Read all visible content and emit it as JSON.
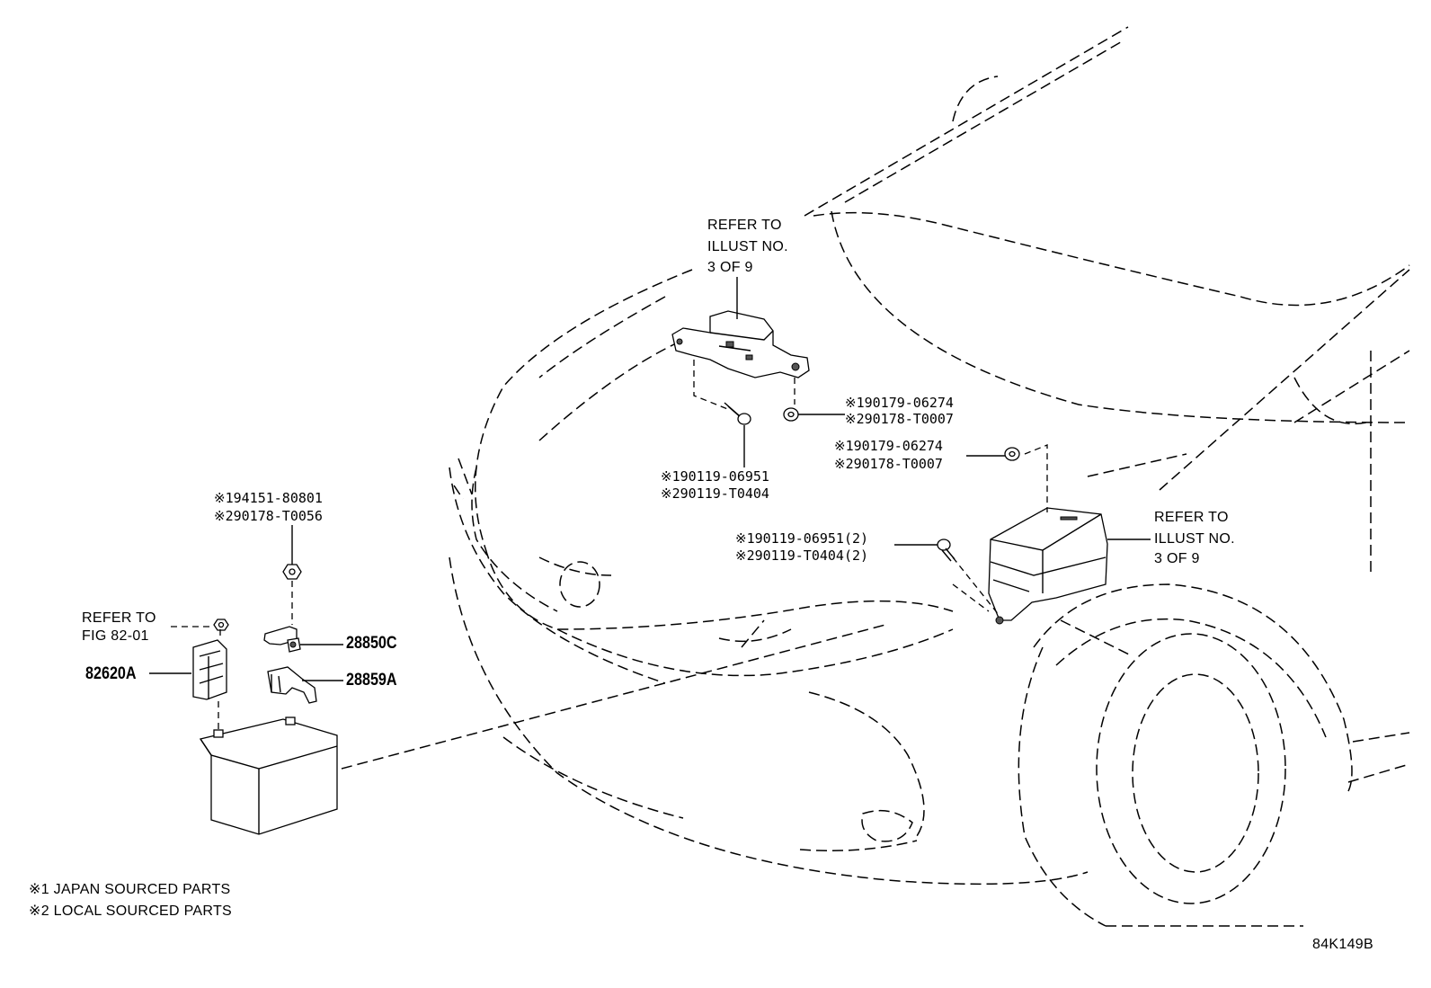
{
  "refer_illust_top": {
    "line1": "REFER TO",
    "line2": "ILLUST NO.",
    "line3": "3 OF 9"
  },
  "refer_illust_right": {
    "line1": "REFER TO",
    "line2": "ILLUST NO.",
    "line3": "3 OF 9"
  },
  "refer_fig": {
    "line1": "REFER TO",
    "line2": "FIG 82-01"
  },
  "callouts": {
    "nut_top_1": "※190179-06274",
    "nut_top_2": "※290178-T0007",
    "nut_right_1": "※190179-06274",
    "nut_right_2": "※290178-T0007",
    "bolt_top_1": "※190119-06951",
    "bolt_top_2": "※290119-T0404",
    "bolt_right_1": "※190119-06951(2)",
    "bolt_right_2": "※290119-T0404(2)",
    "battery_nut_1": "※194151-80801",
    "battery_nut_2": "※290178-T0056"
  },
  "part_numbers": {
    "clamp_sensor": "28850C",
    "bracket": "28859A",
    "holder": "82620A"
  },
  "legend": {
    "note1": "※1 JAPAN SOURCED PARTS",
    "note2": "※2 LOCAL SOURCED PARTS"
  },
  "illustration_id": "84K149B"
}
